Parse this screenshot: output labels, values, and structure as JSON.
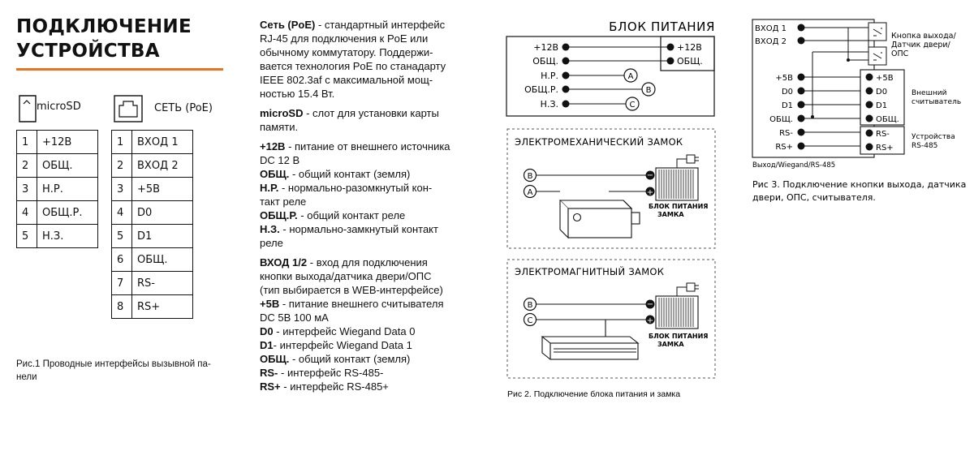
{
  "section_title_line1": "ПОДКЛЮЧЕНИЕ",
  "section_title_line2": "УСТРОЙСТВА",
  "microsd": {
    "label": "microSD",
    "rows": [
      {
        "n": "1",
        "v": "+12В"
      },
      {
        "n": "2",
        "v": "ОБЩ."
      },
      {
        "n": "3",
        "v": "Н.Р."
      },
      {
        "n": "4",
        "v": "ОБЩ.Р."
      },
      {
        "n": "5",
        "v": "Н.З."
      }
    ]
  },
  "net": {
    "label": "СЕТЬ (PoE)",
    "rows": [
      {
        "n": "1",
        "v": "ВХОД 1"
      },
      {
        "n": "2",
        "v": "ВХОД 2"
      },
      {
        "n": "3",
        "v": "+5В"
      },
      {
        "n": "4",
        "v": "D0"
      },
      {
        "n": "5",
        "v": "D1"
      },
      {
        "n": "6",
        "v": "ОБЩ."
      },
      {
        "n": "7",
        "v": "RS-"
      },
      {
        "n": "8",
        "v": "RS+"
      }
    ]
  },
  "fig1_caption_line1": "Рис.1 Проводные интерфейсы вызывной па-",
  "fig1_caption_line2": "нели",
  "desc": {
    "p1_term": "Сеть (PoE)",
    "p1_lines": [
      "- стандартный интерфейс",
      "RJ-45 для подключения к PoE или",
      "обычному коммутатору. Поддержи-",
      "вается технология PoE по станадарту",
      "IEEE 802.3af с максимальной мощ-",
      "ностью 15.4 Вт."
    ],
    "p2_term": "microSD",
    "p2_lines": [
      "- слот для установки карты",
      "памяти."
    ],
    "p3_term": "+12В",
    "p3_lines": [
      "- питание от внешнего источника",
      "DC 12 В"
    ],
    "p4_term": "ОБЩ.",
    "p4_text": "- общий контакт (земля)",
    "p5_term": "Н.Р.",
    "p5_lines": [
      "- нормально-разомкнутый кон-",
      "такт реле"
    ],
    "p6_term": "ОБЩ.Р.",
    "p6_text": "- общий контакт реле",
    "p7_term": "Н.З.",
    "p7_lines": [
      "- нормально-замкнутый контакт",
      "реле"
    ],
    "p8_term": "ВХОД 1/2",
    "p8_lines": [
      "- вход для подключения",
      "кнопки выхода/датчика двери/ОПС",
      "(тип выбирается в WEB-интерфейсе)"
    ],
    "p9_term": "+5В",
    "p9_lines": [
      "- питание внешнего считывателя",
      "DC 5В 100 мА"
    ],
    "p10_term": "D0",
    "p10_text": "- интерфейс Wiegand Data 0",
    "p11_term": "D1",
    "p11_text": "- интерфейс Wiegand Data 1",
    "p12_term": "ОБЩ.",
    "p12_text": "- общий контакт (земля)",
    "p13_term": "RS-",
    "p13_text": "- интерфейс RS-485-",
    "p14_term": "RS+",
    "p14_text": "- интерфейс RS-485+"
  },
  "fig2": {
    "psu_title": "БЛОК ПИТАНИЯ",
    "left_terms": [
      "+12В",
      "ОБЩ.",
      "Н.Р.",
      "ОБЩ.Р.",
      "Н.З."
    ],
    "right_terms": [
      "+12В",
      "ОБЩ."
    ],
    "marker_a": "A",
    "marker_b": "B",
    "marker_c": "C",
    "em_title": "ЭЛЕКТРОМЕХАНИЧЕСКИЙ ЗАМОК",
    "mag_title": "ЭЛЕКТРОМАГНИТНЫЙ ЗАМОК",
    "lock_psu_line1": "БЛОК ПИТАНИЯ",
    "lock_psu_line2": "ЗАМКА",
    "minus": "−",
    "plus": "+",
    "caption": "Рис 2.  Подключение блока питания и замка"
  },
  "fig3": {
    "in_terms": [
      "ВХОД 1",
      "ВХОД 2"
    ],
    "btn_line1": "Кнопка выхода/",
    "btn_line2": "Датчик двери/",
    "btn_line3": "ОПС",
    "left_terms": [
      "+5В",
      "D0",
      "D1",
      "ОБЩ.",
      "RS-",
      "RS+"
    ],
    "reader_terms": [
      "+5В",
      "D0",
      "D1",
      "ОБЩ."
    ],
    "rs_terms": [
      "RS-",
      "RS+"
    ],
    "reader_line1": "Внешний",
    "reader_line2": "считыватель",
    "rs_line1": "Устройства",
    "rs_line2": "RS-485",
    "bottom_label": "Выход/Wiegand/RS-485",
    "caption_line1": "Рис 3.  Подключение кнопки выхода, датчика",
    "caption_line2": "двери, ОПС, считывателя."
  }
}
